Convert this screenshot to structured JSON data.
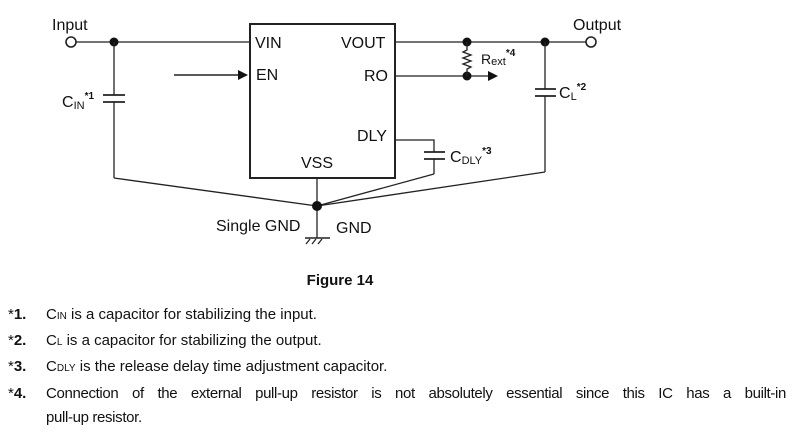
{
  "diagram": {
    "terminals": {
      "input": "Input",
      "output": "Output",
      "ground_left": "Single GND",
      "ground_right": "GND"
    },
    "ic_pins": {
      "vin": "VIN",
      "en": "EN",
      "vout": "VOUT",
      "ro": "RO",
      "dly": "DLY",
      "vss": "VSS"
    },
    "components": {
      "cin": {
        "main": "C",
        "sub": "IN",
        "ref": "*1"
      },
      "cl": {
        "main": "C",
        "sub": "L",
        "ref": "*2"
      },
      "cdly": {
        "main": "C",
        "sub": "DLY",
        "ref": "*3"
      },
      "rext": {
        "main": "R",
        "sub": "ext",
        "ref": "*4"
      }
    }
  },
  "caption": "Figure 14",
  "notes": [
    {
      "marker": "*",
      "num": "1.",
      "sym_main": "C",
      "sym_sub": "IN",
      "text": " is a capacitor for stabilizing the input."
    },
    {
      "marker": "*",
      "num": "2.",
      "sym_main": "C",
      "sym_sub": "L",
      "text": " is a capacitor for stabilizing the output."
    },
    {
      "marker": "*",
      "num": "3.",
      "sym_main": "C",
      "sym_sub": "DLY",
      "text": " is the release delay time adjustment capacitor."
    },
    {
      "marker": "*",
      "num": "4.",
      "line1": "Connection of the external pull-up resistor is not absolutely essential since this IC has a built-in",
      "line2": "pull-up resistor."
    }
  ]
}
